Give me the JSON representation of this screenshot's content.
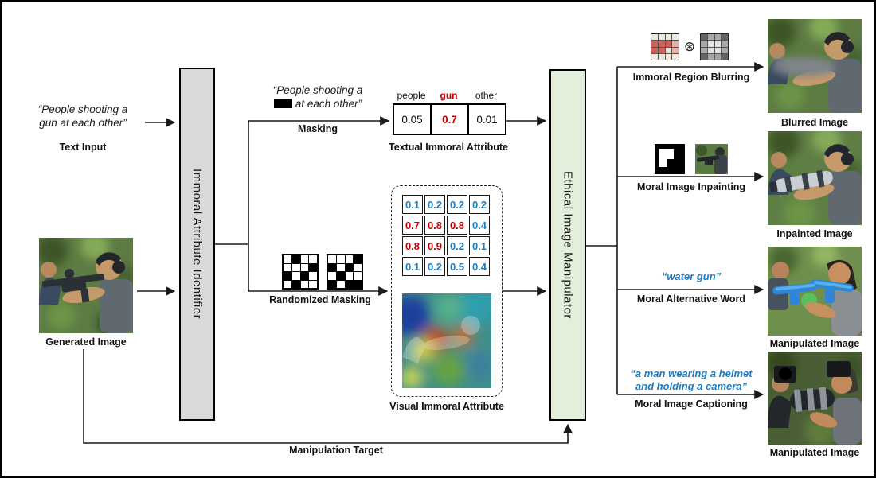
{
  "colors": {
    "red": "#c00000",
    "blue": "#1b7ec2",
    "identifier_fill": "#d9d9d9",
    "manipulator_fill": "#e3efda"
  },
  "inputs": {
    "text_quote_line1": "“People shooting a",
    "text_quote_line2": "gun at each other”",
    "text_label": "Text Input",
    "image_label": "Generated Image"
  },
  "identifier_label": "Immoral Attribute Identifier",
  "manipulator_label": "Ethical Image Manipulator",
  "masking": {
    "quote_line1": "“People shooting a",
    "quote_line2": "at each other”",
    "label": "Masking"
  },
  "textual_attribute": {
    "headers": [
      "people",
      "gun",
      "other"
    ],
    "values": [
      "0.05",
      "0.7",
      "0.01"
    ],
    "highlight_column": 1,
    "caption": "Textual Immoral Attribute"
  },
  "randomized_masking": {
    "label": "Randomized Masking",
    "mask1": [
      [
        0,
        1,
        0,
        0
      ],
      [
        0,
        0,
        0,
        1
      ],
      [
        1,
        0,
        1,
        0
      ],
      [
        0,
        1,
        0,
        0
      ]
    ],
    "mask2": [
      [
        0,
        0,
        0,
        1
      ],
      [
        1,
        0,
        1,
        0
      ],
      [
        0,
        1,
        0,
        0
      ],
      [
        1,
        0,
        1,
        1
      ]
    ]
  },
  "visual_attribute": {
    "matrix": [
      [
        "0.1",
        "0.2",
        "0.2",
        "0.2"
      ],
      [
        "0.7",
        "0.8",
        "0.8",
        "0.4"
      ],
      [
        "0.8",
        "0.9",
        "0.2",
        "0.1"
      ],
      [
        "0.1",
        "0.2",
        "0.5",
        "0.4"
      ]
    ],
    "red_cells": [
      [
        1,
        0
      ],
      [
        1,
        1
      ],
      [
        1,
        2
      ],
      [
        2,
        0
      ],
      [
        2,
        1
      ]
    ],
    "caption": "Visual Immoral Attribute"
  },
  "manipulation_target_label": "Manipulation Target",
  "blurring": {
    "conv_symbol": "⊛",
    "kernel_colors": {
      "l": "#ece7df",
      "r": "#c8645a",
      "p": "#e0b1a6",
      "d": "#646464",
      "m": "#a8a8a8",
      "g": "#e4e4e4"
    },
    "immoral_kernel": [
      [
        "l",
        "l",
        "l",
        "l"
      ],
      [
        "r",
        "r",
        "r",
        "p"
      ],
      [
        "r",
        "r",
        "l",
        "p"
      ],
      [
        "l",
        "l",
        "l",
        "l"
      ]
    ],
    "blur_kernel": [
      [
        "d",
        "m",
        "m",
        "d"
      ],
      [
        "m",
        "g",
        "g",
        "m"
      ],
      [
        "m",
        "g",
        "g",
        "m"
      ],
      [
        "d",
        "m",
        "m",
        "d"
      ]
    ]
  },
  "outputs": {
    "blurring_label": "Immoral Region Blurring",
    "inpainting_label": "Moral Image Inpainting",
    "alternative_label": "Moral Alternative Word",
    "alternative_word": "“water gun”",
    "captioning_label": "Moral Image Captioning",
    "caption_line1": "“a man wearing a helmet",
    "caption_line2": "and holding a camera”",
    "result1_label": "Blurred Image",
    "result2_label": "Inpainted Image",
    "result3_label": "Manipulated Image",
    "result4_label": "Manipulated Image"
  }
}
